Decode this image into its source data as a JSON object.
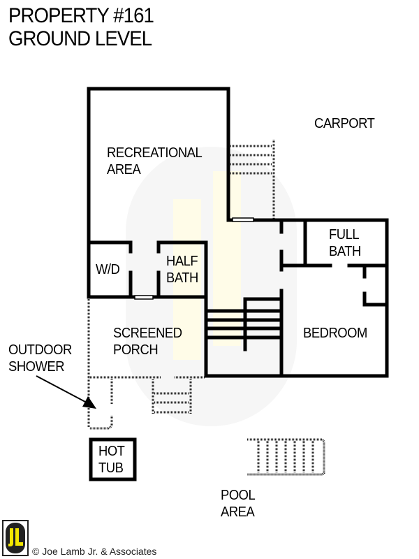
{
  "header": {
    "line1": "PROPERTY #161",
    "line2": "GROUND LEVEL"
  },
  "rooms": {
    "recreational_area": [
      "RECREATIONAL",
      "AREA"
    ],
    "carport": "CARPORT",
    "wd": "W/D",
    "half_bath": [
      "HALF",
      "BATH"
    ],
    "full_bath": [
      "FULL",
      "BATH"
    ],
    "screened_porch": [
      "SCREENED",
      "PORCH"
    ],
    "bedroom": "BEDROOM",
    "outdoor_shower": [
      "OUTDOOR",
      "SHOWER"
    ],
    "hot_tub": [
      "HOT",
      "TUB"
    ],
    "pool_area": [
      "POOL",
      "AREA"
    ]
  },
  "footer": {
    "logo_text": "JL",
    "copyright": "© Joe Lamb Jr. & Associates"
  },
  "colors": {
    "wall": "#000000",
    "dotted": "#333333",
    "watermark_circle": "#f7f7f7",
    "watermark_letters": "#fffbe6",
    "logo_yellow": "#f2e600",
    "logo_dark": "#222222"
  }
}
